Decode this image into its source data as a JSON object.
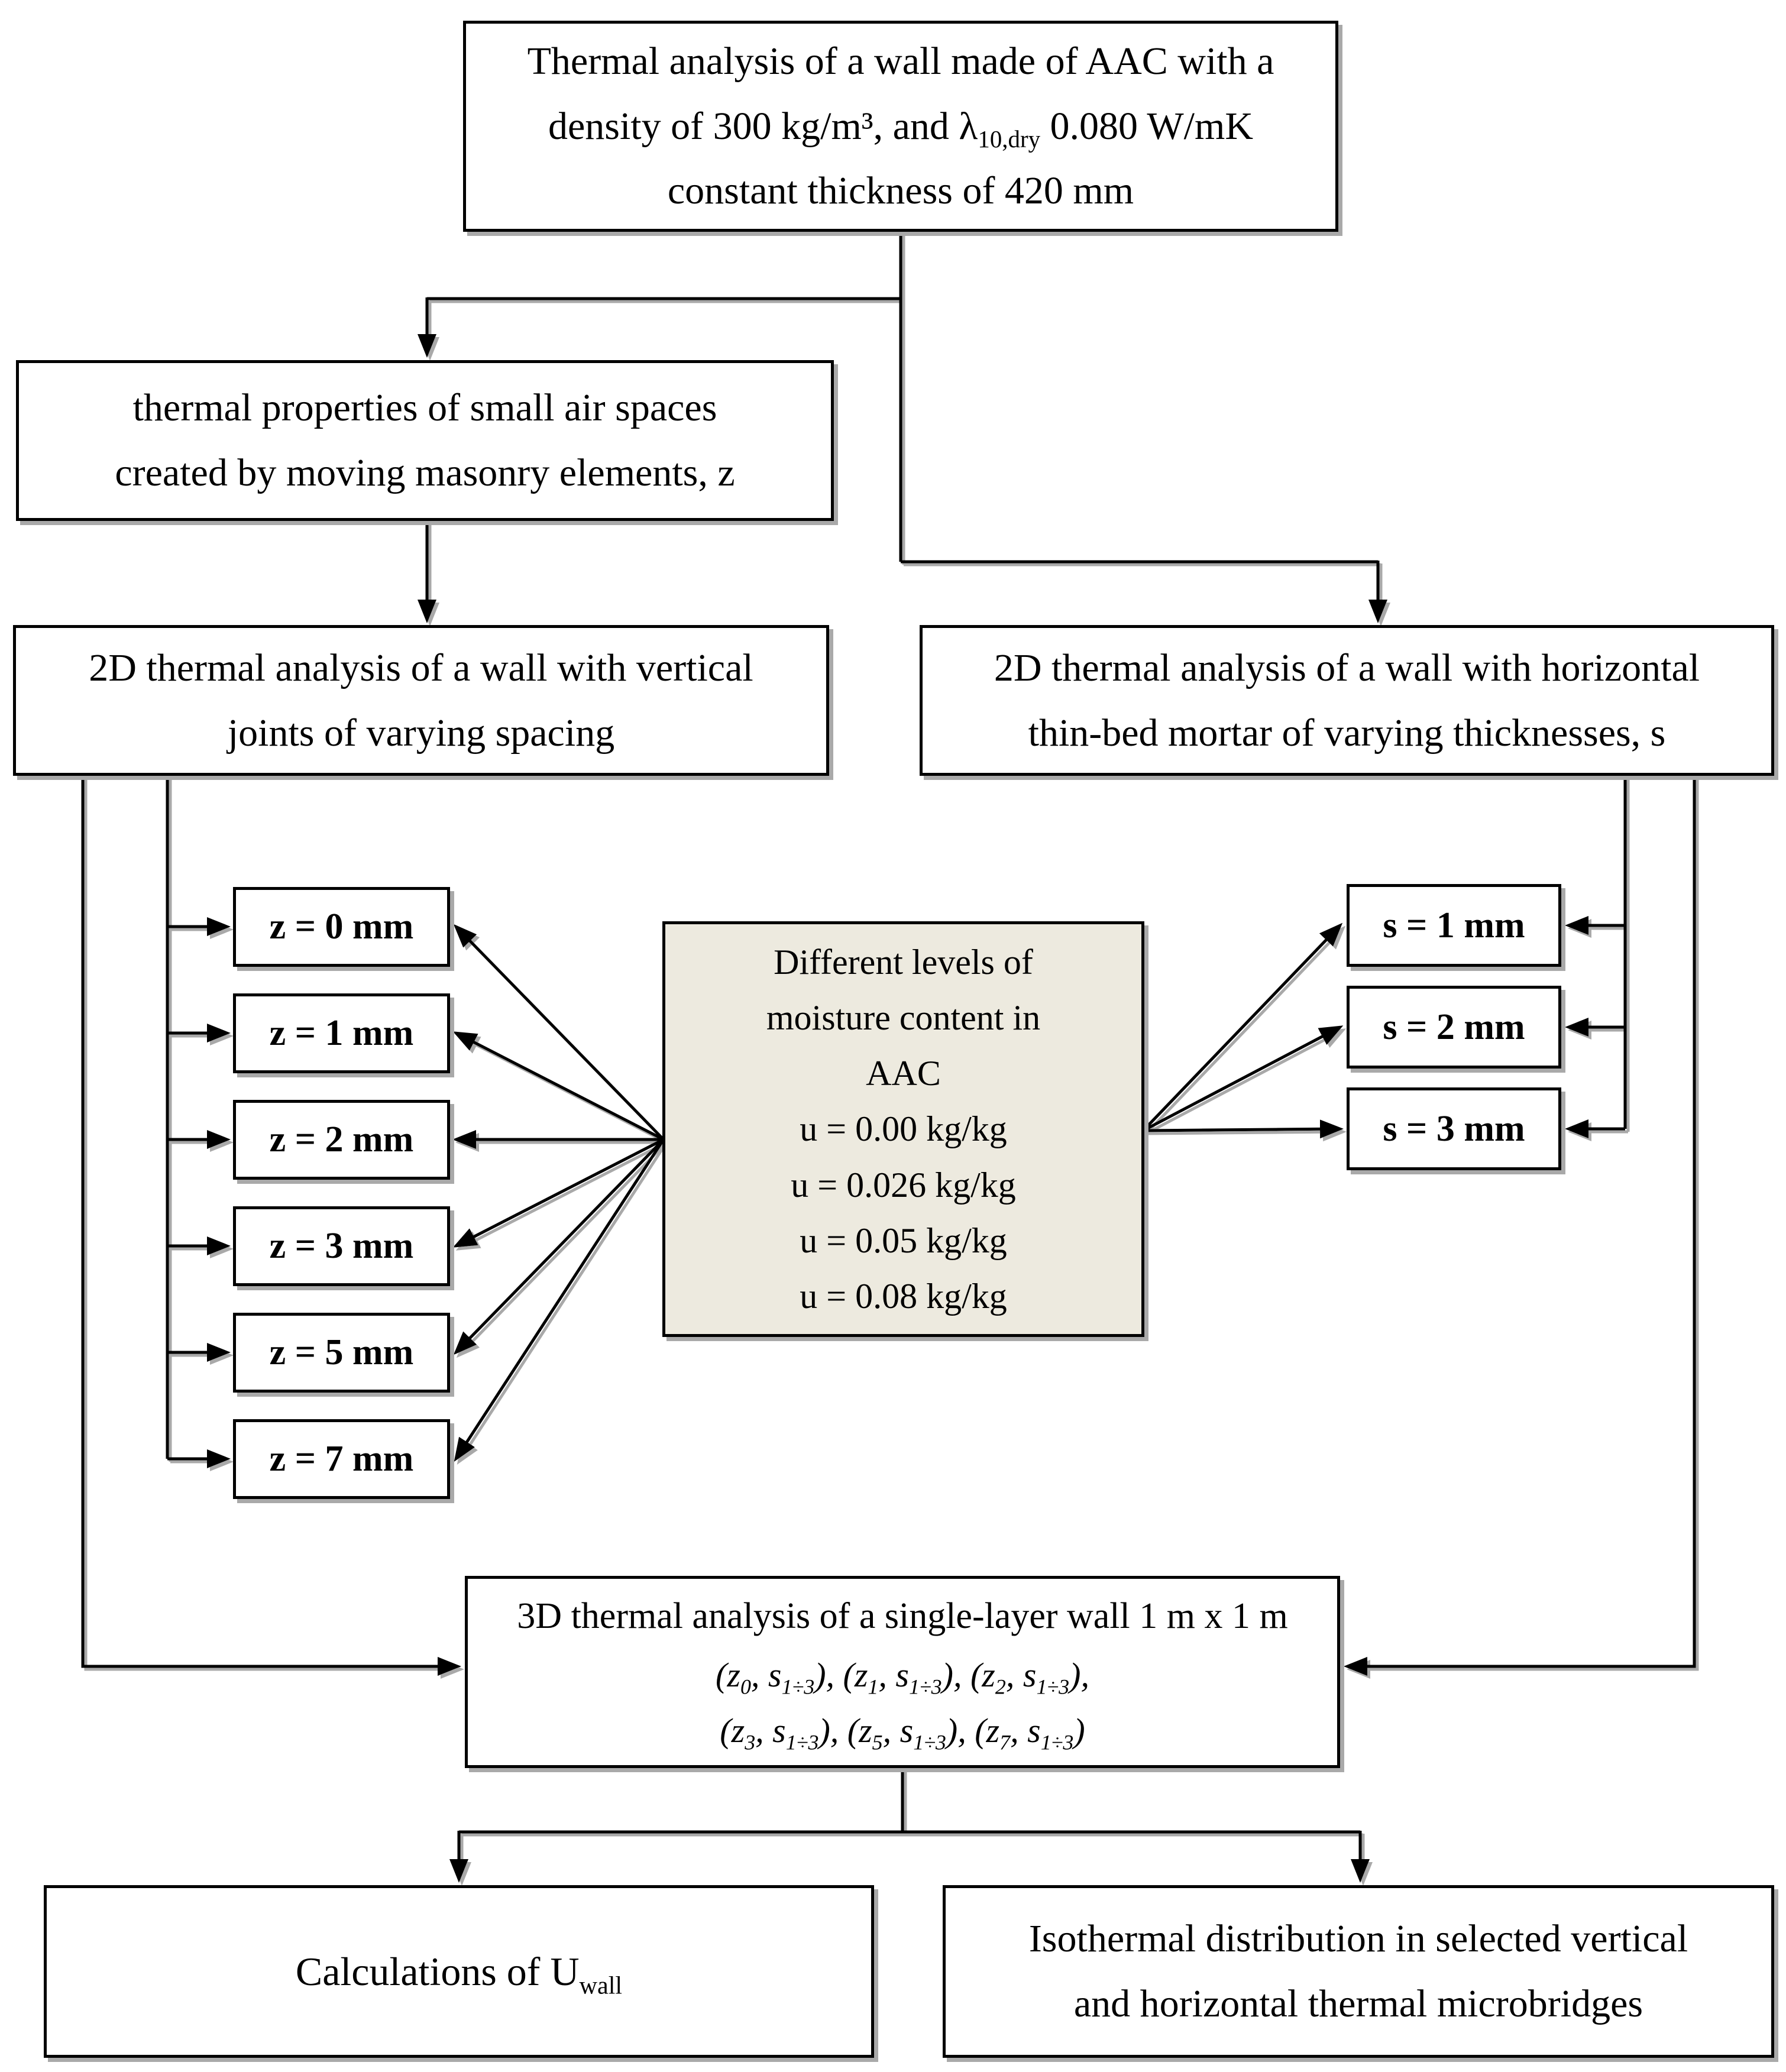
{
  "figure": {
    "kind": "flowchart",
    "topic": "Thermal analysis workflow of an AAC wall"
  },
  "title_box": {
    "line1": "Thermal analysis of a wall made of AAC with a",
    "line2_pre": "density of 300 kg/m³, and λ",
    "line2_sub": "10,dry",
    "line2_post": " 0.080 W/mK",
    "line3": "constant thickness of 420 mm"
  },
  "air_spaces_box": {
    "line1": "thermal properties of small air spaces",
    "line2": "created by moving masonry elements, z"
  },
  "vertical_joints_box": {
    "line1": "2D thermal analysis of a wall with vertical",
    "line2": "joints of varying spacing"
  },
  "horizontal_mortar_box": {
    "line1": "2D thermal analysis of a wall with horizontal",
    "line2": "thin-bed mortar of varying thicknesses, s"
  },
  "z_boxes": [
    "z = 0 mm",
    "z = 1 mm",
    "z = 2 mm",
    "z = 3 mm",
    "z = 5 mm",
    "z = 7 mm"
  ],
  "s_boxes": [
    "s = 1 mm",
    "s = 2 mm",
    "s = 3 mm"
  ],
  "moisture_box": {
    "title_lines": [
      "Different levels of",
      "moisture content in",
      "AAC"
    ],
    "levels": [
      "u = 0.00 kg/kg",
      "u = 0.026 kg/kg",
      "u = 0.05 kg/kg",
      "u = 0.08 kg/kg"
    ]
  },
  "three_d_box": {
    "title": "3D thermal analysis of a single-layer wall 1 m x 1 m",
    "pair_rows": [
      [
        "0",
        "1",
        "2"
      ],
      [
        "3",
        "5",
        "7"
      ]
    ],
    "z_symbol": "z",
    "s_symbol": "s",
    "s_subscript": "1÷3",
    "row_separator": ", ",
    "row1_trailing": ","
  },
  "u_wall_box": {
    "pre": "Calculations of U",
    "sub": "wall"
  },
  "isothermal_box": {
    "line1": "Isothermal distribution in selected vertical",
    "line2": "and horizontal thermal microbridges"
  },
  "colors": {
    "background": "#ffffff",
    "box_fill": "#ffffff",
    "moisture_fill": "#edeadf",
    "border": "#000000",
    "connector": "#000000",
    "shadow": "#a9a9a9",
    "text": "#000000"
  }
}
